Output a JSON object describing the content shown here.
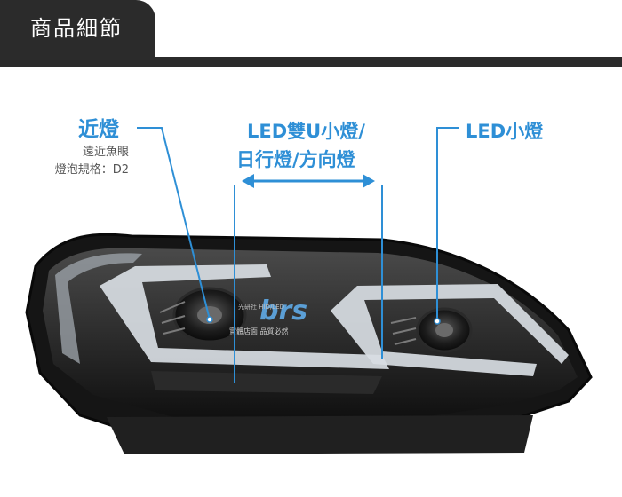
{
  "header": {
    "title": "商品細節"
  },
  "callouts": {
    "low_beam": {
      "title": "近燈",
      "lines": [
        "遠近魚眼",
        "燈泡規格：D2"
      ]
    },
    "drl": {
      "line1": "LED雙U小燈/",
      "line2": "日行燈/方向燈"
    },
    "position": {
      "title": "LED小燈"
    }
  },
  "watermark": {
    "brand": "brs",
    "top_text": "光研社 HID/LED",
    "bottom_text": "實體店面 品質必然"
  },
  "colors": {
    "accent": "#2e8fd6",
    "header_bg": "#2b2b2b",
    "header_text": "#ffffff"
  },
  "icons": [
    "double-arrow-icon"
  ]
}
